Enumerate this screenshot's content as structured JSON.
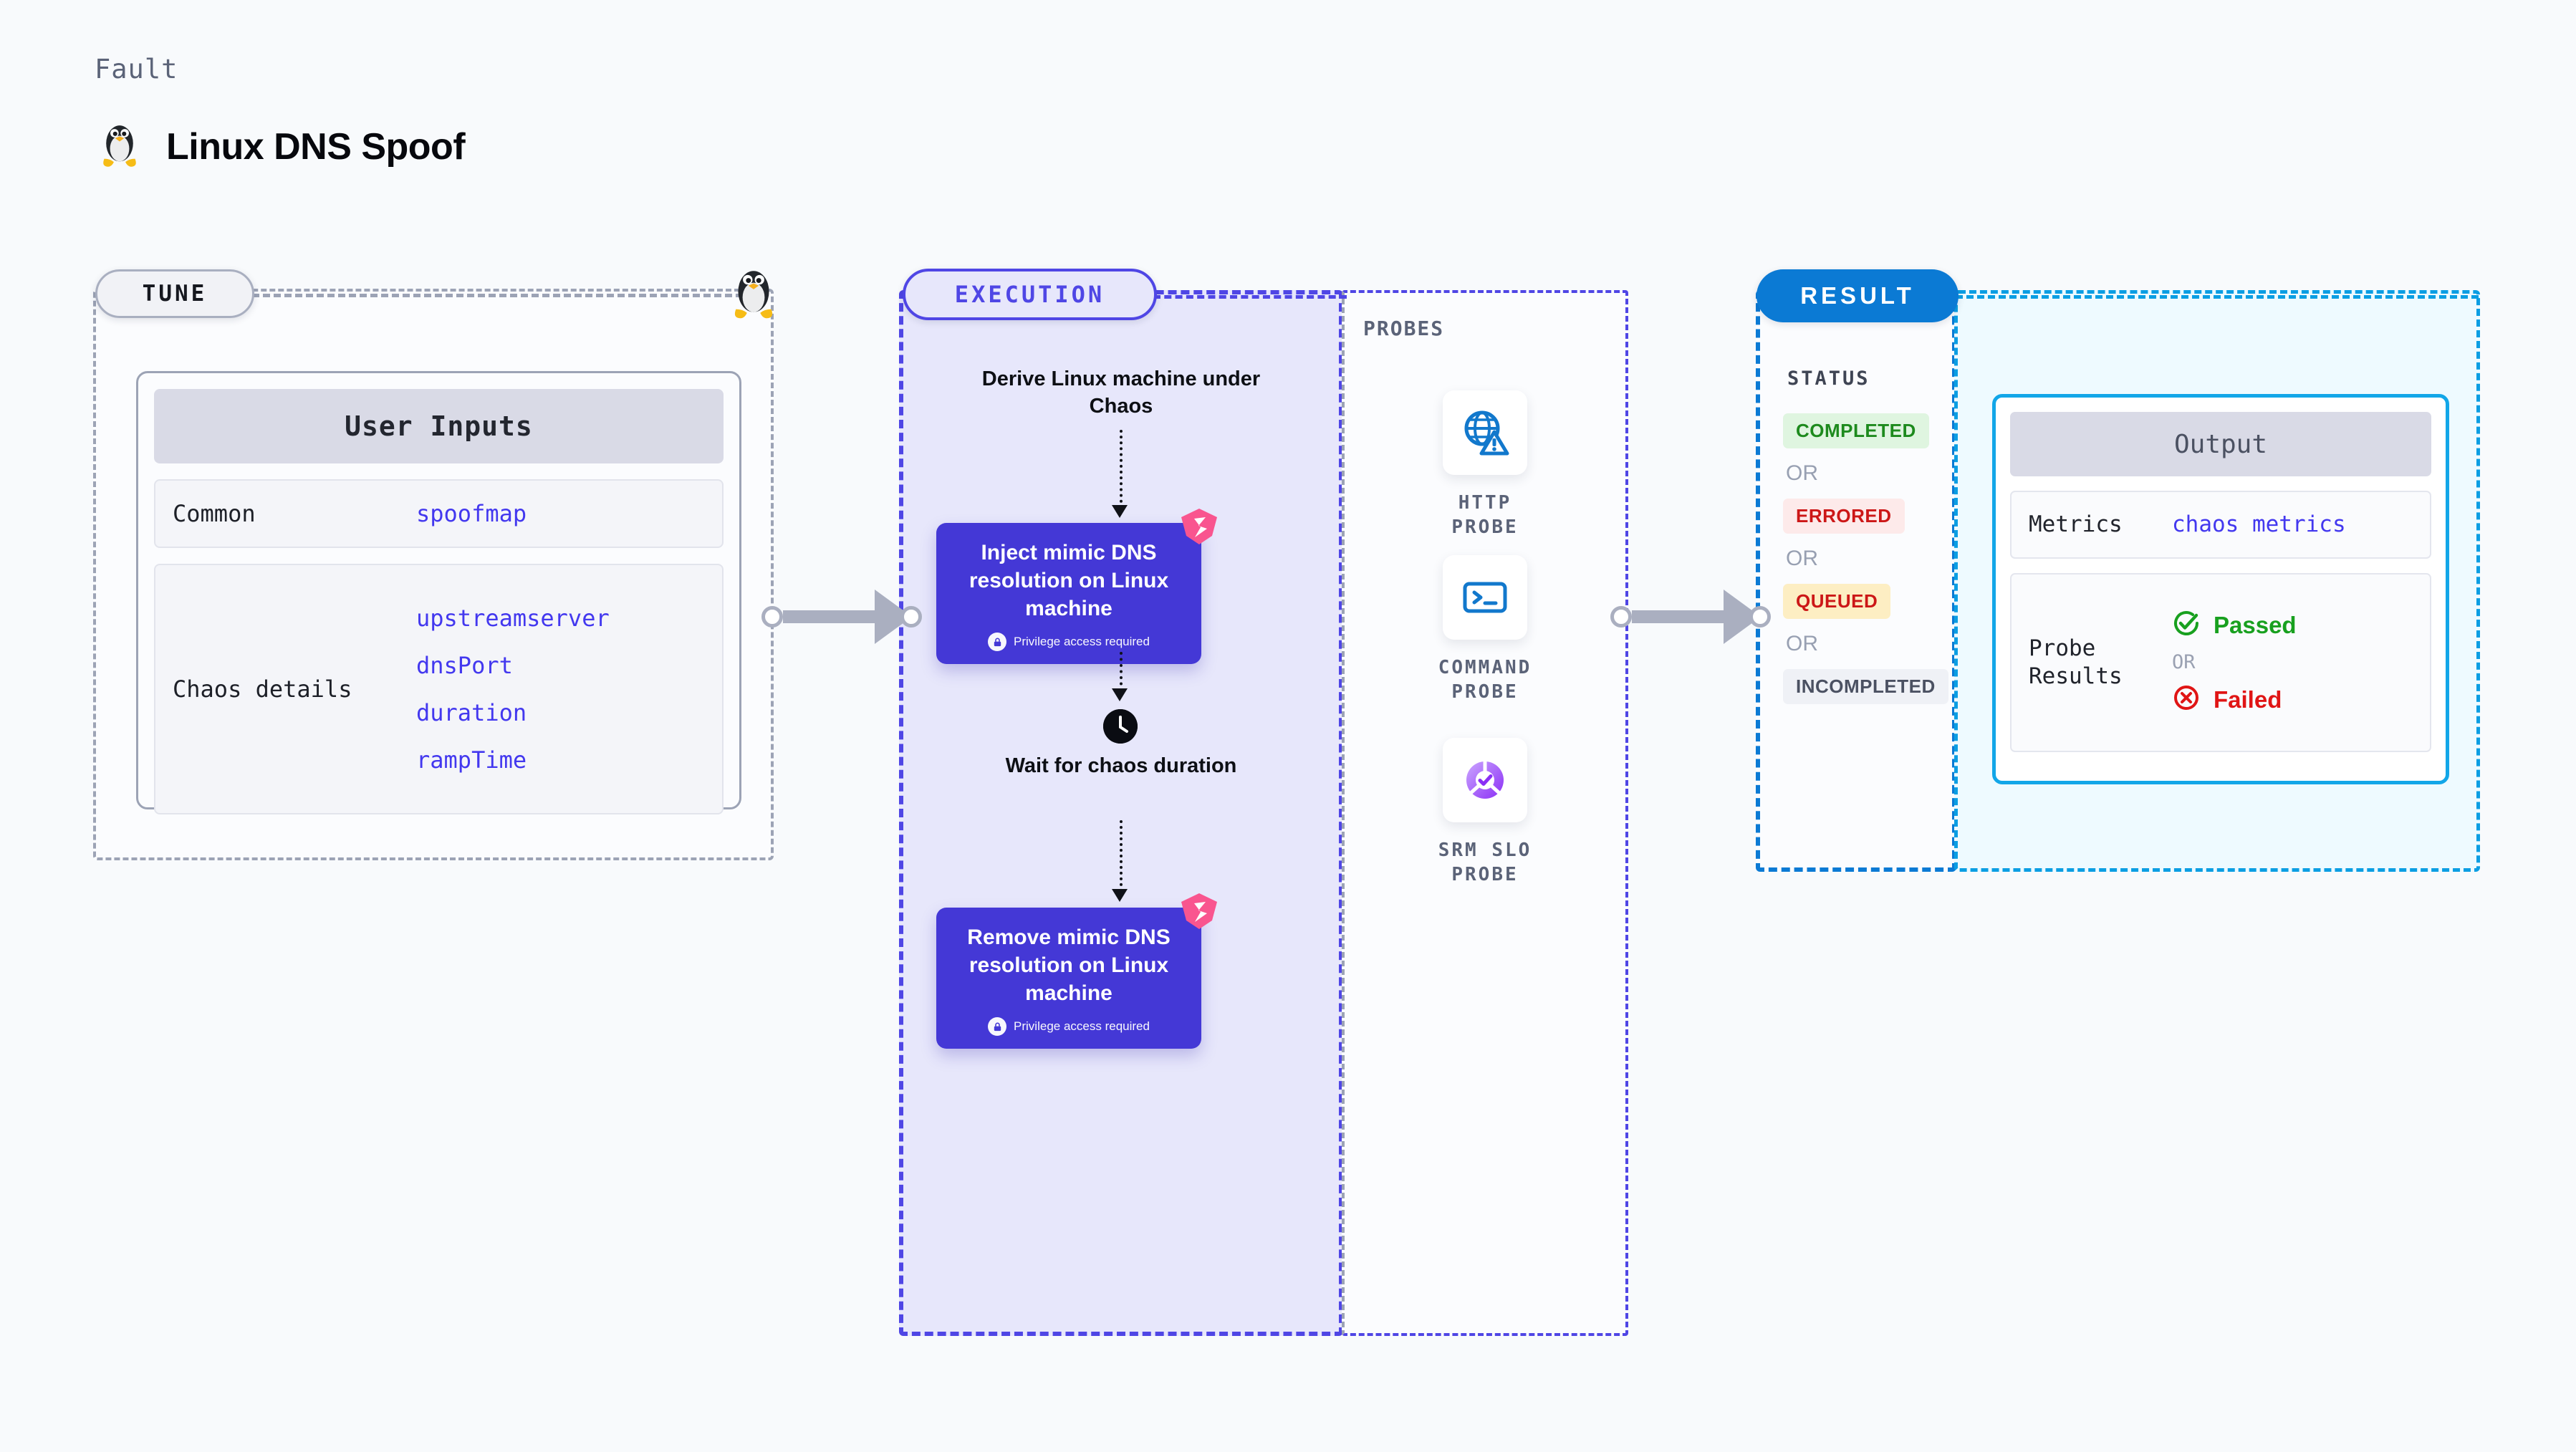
{
  "header": {
    "kicker": "Fault",
    "title": "Linux DNS Spoof",
    "icon": "linux-penguin-icon"
  },
  "tune": {
    "pill_label": "TUNE",
    "card_title": "User Inputs",
    "rows": [
      {
        "key": "Common",
        "values": [
          "spoofmap"
        ]
      },
      {
        "key": "Chaos details",
        "values": [
          "upstreamserver",
          "dnsPort",
          "duration",
          "rampTime"
        ]
      }
    ]
  },
  "execution": {
    "pill_label": "EXECUTION",
    "derive_caption": "Derive Linux machine under Chaos",
    "inject_step": {
      "title": "Inject mimic DNS resolution on Linux machine",
      "note": "Privilege access required"
    },
    "wait_caption": "Wait for chaos duration",
    "wait_icon": "clock-icon",
    "remove_step": {
      "title": "Remove mimic DNS resolution on Linux machine",
      "note": "Privilege access required"
    }
  },
  "probes": {
    "title": "PROBES",
    "items": [
      {
        "label": "HTTP PROBE",
        "icon": "globe-alert-icon"
      },
      {
        "label": "COMMAND PROBE",
        "icon": "terminal-icon"
      },
      {
        "label": "SRM SLO PROBE",
        "icon": "slo-check-icon"
      }
    ]
  },
  "result": {
    "pill_label": "RESULT",
    "status_title": "STATUS",
    "or_label": "OR",
    "statuses": [
      {
        "label": "COMPLETED",
        "color": "#1d8a1d",
        "bg": "#dff5e0"
      },
      {
        "label": "ERRORED",
        "color": "#cc1717",
        "bg": "#fdeaea"
      },
      {
        "label": "QUEUED",
        "color": "#cc1717",
        "bg": "#fdeec3"
      },
      {
        "label": "INCOMPLETED",
        "color": "#4b5162",
        "bg": "#eff1f6"
      }
    ]
  },
  "output": {
    "card_title": "Output",
    "metrics_key": "Metrics",
    "metrics_value": "chaos metrics",
    "probe_results_key": "Probe Results",
    "passed_label": "Passed",
    "failed_label": "Failed",
    "or_label": "OR",
    "passed_color": "#18a01f",
    "failed_color": "#e01515"
  },
  "colors": {
    "tune_border": "#9ca3b5",
    "exec_accent": "#4f46e5",
    "result_accent": "#0b7ad4",
    "output_accent": "#0b9ee3",
    "step_bg": "#4438d6",
    "chaos_badge": "#f9558f"
  }
}
